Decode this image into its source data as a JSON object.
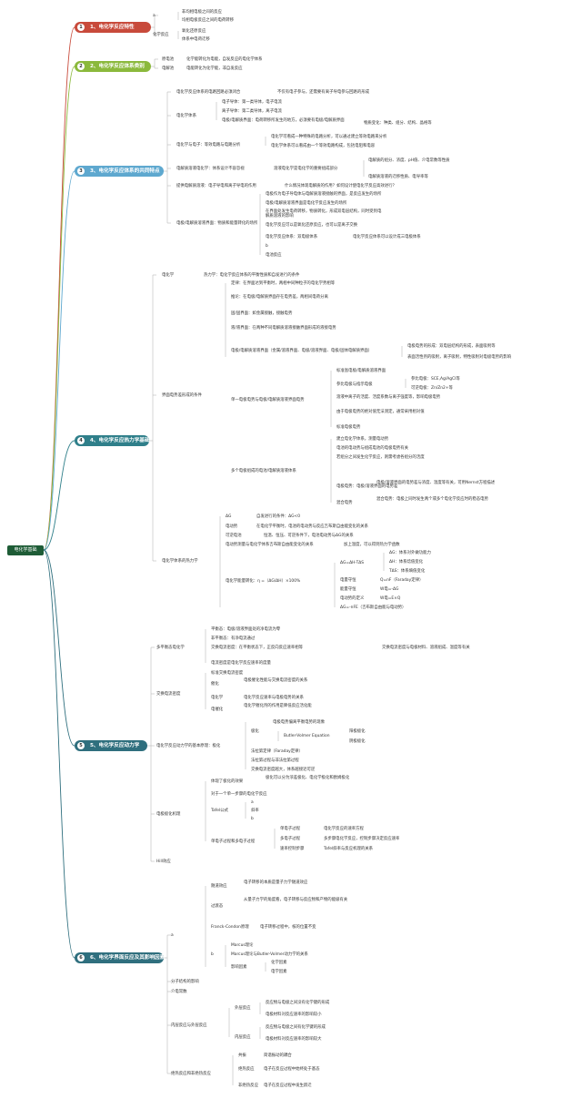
{
  "root": "电化学基础",
  "colors": {
    "b1": "#c84a3b",
    "b2": "#8bb93c",
    "b3": "#5ea8cf",
    "b4": "#2f7f8a",
    "b5": "#2f6f7e",
    "b6": "#2f6f7e"
  },
  "branches": [
    {
      "num": "1",
      "label": "1、电化学反应特性"
    },
    {
      "num": "2",
      "label": "2、电化学反应体系类别"
    },
    {
      "num": "3",
      "label": "3、电化学反应体系的共同特点"
    },
    {
      "num": "4",
      "label": "4、电化学反应热力学基础"
    },
    {
      "num": "5",
      "label": "5、电化学反应动力学"
    },
    {
      "num": "6",
      "label": "6、电化学界面反应及其影响因素"
    }
  ],
  "s1": {
    "a": "a",
    "chem": "化学反应",
    "a1": "非均相电极之间的反应",
    "a2": "均相电极反应之间的电荷转移",
    "b1": "氧化还原反应",
    "b2": "体系中电荷迁移"
  },
  "s2": {
    "l1": "原电池",
    "l2": "电解池",
    "t1": "化学能转化为电能，自发反应的电化学体系",
    "t2": "电能转化为化学能，非自发反应"
  },
  "s3": {
    "h1": "电化学反应体系的电路回路必须闭合",
    "h1t": "不仅有电子参与，还需要有离子导电参与回路的形成",
    "sys": "电化学体系",
    "e1": "电子导体：第一类导体，电子电流",
    "e2": "离子导体：第二类导体，离子电流",
    "e3": "电极/电解质界面：电荷转移所发生的地方，必须要有电极/电解质界面",
    "e3t": "物质变化：种类、组分、结构、晶格等",
    "gap": "电化学与电子：等效电路与电路分析",
    "g1": "电化学可看成一种特殊的电路分析，可以通过建立等效电路来分析",
    "g2": "电化学体系可以看成由一个等效电路构成，包括电阻和电容",
    "pot": "电解质溶液电化学：体系设计不容忽视",
    "pott": "溶液电化学是电化学的重要组成部分",
    "p1": "电解质的组分、浓度、pH值、介电常数等性质",
    "p2": "电解质溶液的迁移性质、电导率等",
    "ext": "提供电解质溶液：电子导电和离子导电的作用",
    "extt": "什么情况体现电解质的作用？如何设计使电化学反应高效进行？",
    "cur": "电极/电解质溶液界面：物质和能量转化的场所",
    "c1": "电极作为电子导电体与电解质溶液接触的界面，是反应发生的场所",
    "c2": "电极/电解质溶液界面是电化学反应发生的场所",
    "c3": "在界面处发生电荷转移，物质转化，形成双电层结构，同时受到电解质溶液的影响",
    "c4": "电化学反应可以是氧化还原反应，也可以是离子交换",
    "c5": "电化学反应体系：双电极体系",
    "c5t": "电化学反应体系可以设计成三电极体系",
    "c6": "b",
    "c7": "电池反应"
  },
  "s4": {
    "a": "电化学",
    "at": "热力学：电化学反应体系的平衡性质和自发进行的条件",
    "dl": "界面电势差形成的条件",
    "d1": "定律：在界面达到平衡时，两相中同种粒子的电化学势相等",
    "d2": "推论：在电极/电解质界面存在电势差，两相间电荷分离",
    "d3": "固/固界面：如金属接触，接触电势",
    "d4": "液/液界面：在两种不同电解质溶液接触界面形成的液接电势",
    "d5": "电极/电解质溶液界面（金属/溶液界面、电极/溶液界面、电极/固体电解质界面）",
    "d5a": "电极电势的形成：双电层结构的形成，表面吸附等",
    "d5b": "表面活性剂的吸附，离子吸附，特性吸附对电极电势的影响",
    "k": "单一电极电势与电极/电解质溶液界面电势",
    "k1": "标准氢电极/电解质溶液界面",
    "k2": "参比电极与指示电极",
    "k2a": "参比电极：SCE,Ag/AgCl等",
    "k2b": "可逆电极：Zn/Zn2+等",
    "k3": "溶液中离子的活度、活度系数与离子强度等，影响电极电势",
    "k4": "由于电极电势的绝对值无法测定，通常采用相对值",
    "k5": "标准电极电势",
    "m": "多个电极组成的电池/电解质溶液体系",
    "m1": "建立电化学体系，测量电动势",
    "m2": "电池的电动势与组成电池的电极电势有关",
    "m3": "若组分之间发生化学反应，则需考虑各组分的活度",
    "m4": "电极电势：电极/溶液界面的电势差",
    "m4t": "电极/溶液界面的电势差与浓度、温度等有关，可用Nernst方程描述",
    "m5": "混合电势",
    "m5t": "混合电势：电极上同时发生两个或多个电化学反应时的稳态电势",
    "th": "电化学体系的热力学",
    "t0": "ΔG",
    "t0t": "自发进行的条件：ΔG<0",
    "t1": "电动势",
    "t1t": "在电化学平衡时，电池的电动势与反应吉布斯自由能变化的关系",
    "t2": "可逆电池",
    "t2t": "恒温、恒压、可逆条件下，电池电动势与ΔG的关系",
    "t3": "电动势测量与电化学体系吉布斯自由能变化的关系",
    "t3t": "加上温度，可以得到热力学函数",
    "t4": "电化学能量转化：η =（ΔG/ΔH）×100%",
    "t4a": "ΔG=ΔH-TΔS",
    "t4a1": "ΔG：体系对外做功能力",
    "t4a2": "ΔH：体系焓值变化",
    "t4a3": "TΔS：体系熵值变化",
    "t4b": "电量守恒",
    "t4bt": "Q=nF（Faraday定律）",
    "t4c": "能量守恒",
    "t4ct": "W电=-ΔG",
    "t4d": "电动势的定义",
    "t4dt": "W电=E×Q",
    "t4e": "ΔG=-nFE（吉布斯自由能与电动势）"
  },
  "s5": {
    "a": "多平衡态电化学",
    "a1": "平衡态：电极/溶液界面处的净电流为零",
    "a2": "非平衡态：有净电流通过",
    "a3": "交换电流密度：在平衡状态下，正反向反应速率相等",
    "a3t": "交换电流密度与电极材料、溶液组成、温度等有关",
    "a4": "电流密度是电化学反应速率的度量",
    "b": "交换电流密度",
    "b1": "标准交换电流密度",
    "b2": "催化",
    "b2t": "电极催化性能与交换电流密度的关系",
    "b3": "电化学",
    "b3t": "电化学反应速率与电极电势的关系",
    "b4": "电催化",
    "b4t": "电化学催化剂的作用是降低反应活化能",
    "c": "电化学反应动力学的基本原理：极化",
    "c1": "极化",
    "c1t": "电极电势偏离平衡电势的现象",
    "c1a": "Butler-Volmer Equation",
    "c1a1": "阳极极化",
    "c1a2": "阴极极化",
    "c2": "法拉第定律（Faraday定律）",
    "c3": "法拉第过程与非法拉第过程",
    "c4": "交换电流密度越大，体系越接近可逆",
    "d": "电极极化机理",
    "d1": "体现了极化的效果",
    "d1t": "极化可以分为浓差极化、电化学极化和欧姆极化",
    "d2": "对于一个单一步骤的电化学反应",
    "d3": "Tafel公式",
    "d3a": "a",
    "d3b": "b",
    "d3c": "斜率",
    "d4": "单电子过程和多电子过程",
    "d4a": "单电子过程",
    "d4at": "电化学反应的速率方程",
    "d4b": "多电子过程",
    "d4bt": "多步骤电化学反应，控制步骤决定反应速率",
    "d4c": "速率控制步骤",
    "d4ct": "Tafel斜率与反应机理的关系",
    "e": "Hill效应"
  },
  "s6": {
    "a": "a",
    "a1": "隧道效应",
    "a1t": "电子转移的本质是量子力学隧道效应",
    "a2": "过渡态",
    "a2t": "从量子力学的角度看，电子转移与反应物和产物的能级有关",
    "a3": "Franck-Condon原理",
    "a3t": "电子转移过程中，核的位置不变",
    "a4": "b",
    "a4a": "Marcus理论",
    "a4b": "Marcus理论与Butler-Volmer动力学的关系",
    "a4c": "影响因素",
    "a4c1": "化学因素",
    "a4c2": "电学因素",
    "b": "分子结构的影响",
    "c": "介电常数",
    "d": "内层反应与外层反应",
    "d1": "外层反应",
    "d1a": "反应物与电极之间没有化学键的形成",
    "d1b": "电极材料对反应速率的影响较小",
    "d2": "内层反应",
    "d2a": "反应物与电极之间有化学键的形成",
    "d2b": "电极材料对反应速率的影响较大",
    "e": "绝热反应和非绝热反应",
    "e1": "共振",
    "e1t": "简谐振动的耦合",
    "e2": "绝热反应",
    "e2t": "电子在反应过程中始终处于基态",
    "e3": "非绝热反应",
    "e3t": "电子在反应过程中发生跃迁"
  }
}
